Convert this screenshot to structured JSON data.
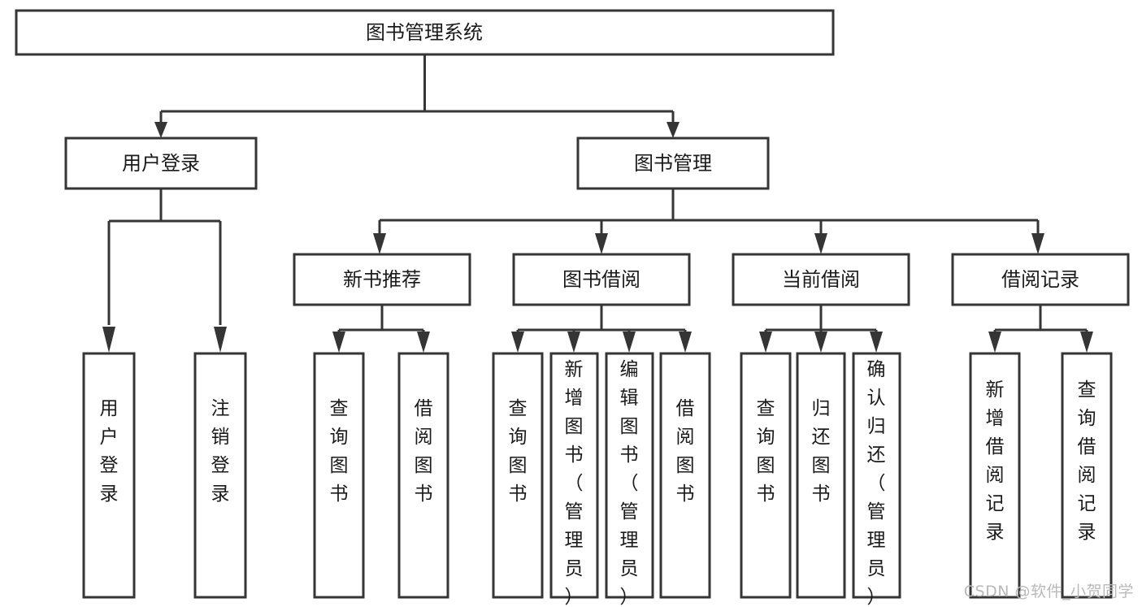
{
  "diagram": {
    "type": "tree-hierarchy-chart",
    "title": "图书管理系统",
    "watermark": "CSDN @软件_小贺同学",
    "colors": {
      "stroke": "#353535",
      "fill": "#ffffff",
      "text": "#1a1a1a",
      "watermark": "#b9b9b9",
      "background": "#ffffff"
    },
    "levels": [
      {
        "level": 1,
        "nodes": [
          {
            "id": "root",
            "label": "图书管理系统",
            "orientation": "horizontal"
          }
        ]
      },
      {
        "level": 2,
        "nodes": [
          {
            "id": "user-login",
            "label": "用户登录",
            "orientation": "horizontal",
            "parent": "root"
          },
          {
            "id": "book-manage",
            "label": "图书管理",
            "orientation": "horizontal",
            "parent": "root"
          }
        ]
      },
      {
        "level": 3,
        "nodes": [
          {
            "id": "new-book-rec",
            "label": "新书推荐",
            "orientation": "horizontal",
            "parent": "book-manage"
          },
          {
            "id": "book-borrow",
            "label": "图书借阅",
            "orientation": "horizontal",
            "parent": "book-manage"
          },
          {
            "id": "current-borrow",
            "label": "当前借阅",
            "orientation": "horizontal",
            "parent": "book-manage"
          },
          {
            "id": "borrow-record",
            "label": "借阅记录",
            "orientation": "horizontal",
            "parent": "book-manage"
          }
        ]
      },
      {
        "level": 4,
        "nodes": [
          {
            "id": "leaf-user-login",
            "label": "用户登录",
            "orientation": "vertical",
            "parent": "user-login"
          },
          {
            "id": "leaf-user-logout",
            "label": "注销登录",
            "orientation": "vertical",
            "parent": "user-login"
          },
          {
            "id": "leaf-query-book-1",
            "label": "查询图书",
            "orientation": "vertical",
            "parent": "new-book-rec"
          },
          {
            "id": "leaf-borrow-book-1",
            "label": "借阅图书",
            "orientation": "vertical",
            "parent": "new-book-rec"
          },
          {
            "id": "leaf-query-book-2",
            "label": "查询图书",
            "orientation": "vertical",
            "parent": "book-borrow"
          },
          {
            "id": "leaf-add-book",
            "label": "新增图书（管理员）",
            "orientation": "vertical",
            "parent": "book-borrow"
          },
          {
            "id": "leaf-edit-book",
            "label": "编辑图书（管理员）",
            "orientation": "vertical",
            "parent": "book-borrow"
          },
          {
            "id": "leaf-borrow-book-2",
            "label": "借阅图书",
            "orientation": "vertical",
            "parent": "book-borrow"
          },
          {
            "id": "leaf-query-book-3",
            "label": "查询图书",
            "orientation": "vertical",
            "parent": "current-borrow"
          },
          {
            "id": "leaf-return-book",
            "label": "归还图书",
            "orientation": "vertical",
            "parent": "current-borrow"
          },
          {
            "id": "leaf-confirm-return",
            "label": "确认归还（管理员）",
            "orientation": "vertical",
            "parent": "current-borrow"
          },
          {
            "id": "leaf-add-record",
            "label": "新增借阅记录",
            "orientation": "vertical",
            "parent": "borrow-record"
          },
          {
            "id": "leaf-query-record",
            "label": "查询借阅记录",
            "orientation": "vertical",
            "parent": "borrow-record"
          }
        ]
      }
    ]
  }
}
